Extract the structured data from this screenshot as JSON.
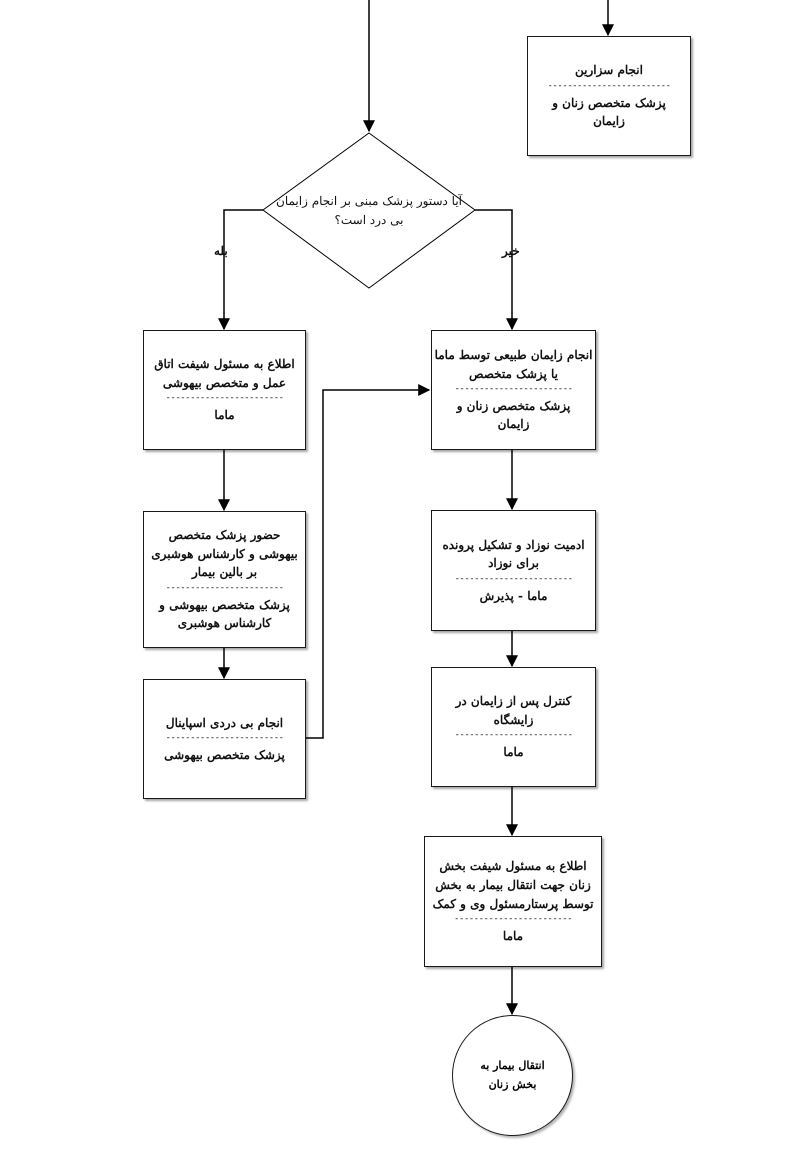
{
  "top_box": {
    "title": "انجام سزارین",
    "dash": "-------------------------",
    "actor_line1": "پزشک متخصص زنان و",
    "actor_line2": "زایمان"
  },
  "decision": {
    "line1": "آیا دستور پزشک مبنی بر انجام زایمان",
    "line2": "بی درد است؟",
    "yes_label": "بله",
    "no_label": "خیر"
  },
  "left_steps": [
    {
      "lines": [
        "اطلاع به مسئول شیفت اتاق",
        "عمل و متخصص بیهوشی"
      ],
      "dash": "------------------------",
      "actor_lines": [
        "ماما"
      ]
    },
    {
      "lines": [
        "حضور پزشک متخصص",
        "بیهوشی و کارشناس هوشبری",
        "بر بالین بیمار"
      ],
      "dash": "------------------------",
      "actor_lines": [
        "پزشک متخصص بیهوشی و",
        "کارشناس هوشبری"
      ]
    },
    {
      "lines": [
        "انجام بی دردی اسپاینال"
      ],
      "dash": "------------------------",
      "actor_lines": [
        "پزشک متخصص بیهوشی"
      ]
    }
  ],
  "right_steps": [
    {
      "lines": [
        "انجام زایمان طبیعی توسط ماما",
        "یا پزشک متخصص"
      ],
      "dash": "------------------------",
      "actor_lines": [
        "پزشک متخصص زنان و",
        "زایمان"
      ]
    },
    {
      "lines": [
        "ادمیت نوزاد و تشکیل پرونده",
        "برای نوزاد"
      ],
      "dash": "------------------------",
      "actor_lines": [
        "ماما - پذیرش"
      ]
    },
    {
      "lines": [
        "کنترل پس از زایمان در",
        "زایشگاه"
      ],
      "dash": "------------------------",
      "actor_lines": [
        "ماما"
      ]
    },
    {
      "lines": [
        "اطلاع به مسئول شیفت بخش",
        "زنان جهت انتقال بیمار به بخش",
        "توسط پرستارمسئول وی و کمک"
      ],
      "dash": "------------------------",
      "actor_lines": [
        "ماما"
      ]
    }
  ],
  "end_node": {
    "line1": "انتقال بیمار به",
    "line2": "بخش زنان"
  }
}
